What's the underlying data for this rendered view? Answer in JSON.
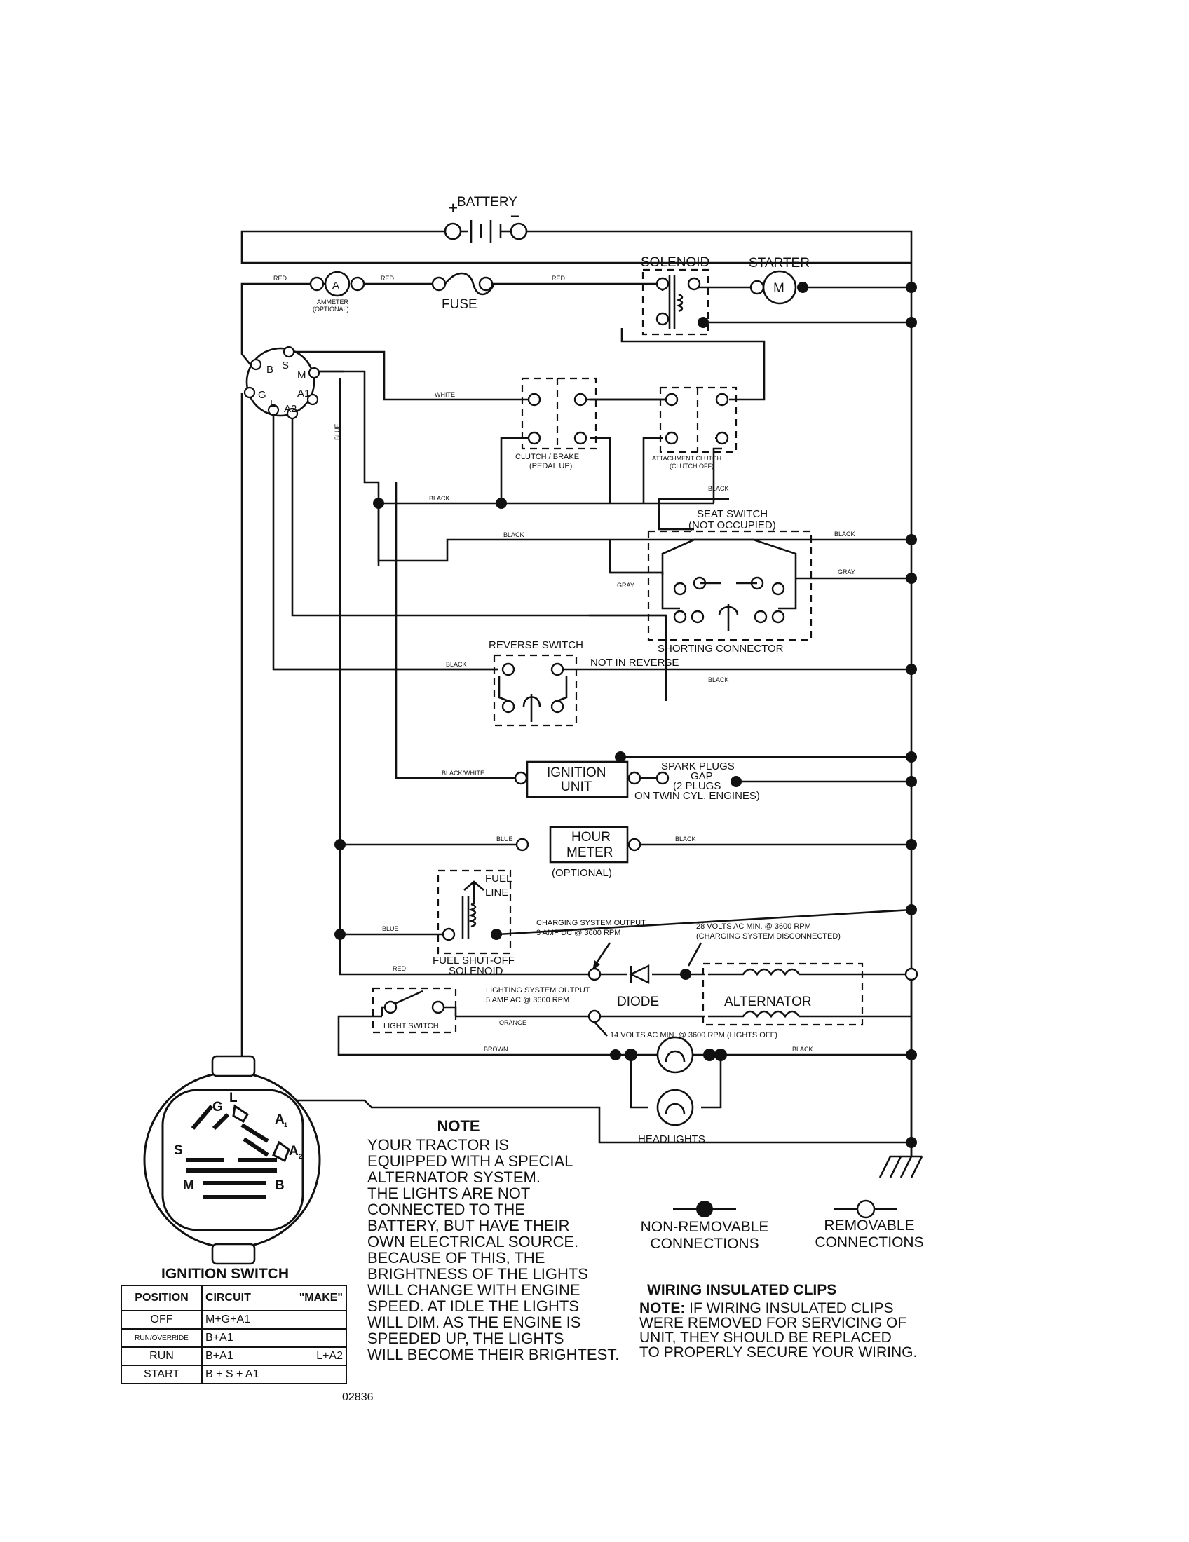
{
  "components": {
    "battery": "BATTERY",
    "solenoid": "SOLENOID",
    "starter": "STARTER",
    "starter_symbol": "M",
    "ammeter_symbol": "A",
    "ammeter_label_1": "AMMETER",
    "ammeter_label_2": "(OPTIONAL)",
    "fuse": "FUSE",
    "clutch_brake_1": "CLUTCH / BRAKE",
    "clutch_brake_2": "(PEDAL UP)",
    "attachment_clutch_1": "ATTACHMENT CLUTCH",
    "attachment_clutch_2": "(CLUTCH OFF)",
    "seat_switch_1": "SEAT SWITCH",
    "seat_switch_2": "(NOT OCCUPIED)",
    "shorting_connector": "SHORTING CONNECTOR",
    "reverse_switch": "REVERSE SWITCH",
    "not_in_reverse": "NOT IN REVERSE",
    "ignition_unit_1": "IGNITION",
    "ignition_unit_2": "UNIT",
    "spark_plugs_1": "SPARK PLUGS",
    "spark_plugs_2": "GAP",
    "spark_plugs_3": "(2 PLUGS",
    "spark_plugs_4": "ON TWIN CYL. ENGINES)",
    "hour_meter_1": "HOUR",
    "hour_meter_2": "METER",
    "hour_meter_3": "(OPTIONAL)",
    "fuel_line_1": "FUEL",
    "fuel_line_2": "LINE",
    "fuel_solenoid_1": "FUEL SHUT-OFF",
    "fuel_solenoid_2": "SOLENOID",
    "charging_output_1": "CHARGING SYSTEM OUTPUT",
    "charging_output_2": "3 AMP DC @ 3600 RPM",
    "volts28_1": "28 VOLTS AC MIN. @ 3600 RPM",
    "volts28_2": "(CHARGING SYSTEM DISCONNECTED)",
    "lighting_output_1": "LIGHTING SYSTEM OUTPUT",
    "lighting_output_2": "5 AMP AC @ 3600 RPM",
    "diode": "DIODE",
    "alternator": "ALTERNATOR",
    "light_switch": "LIGHT SWITCH",
    "volts14": "14 VOLTS AC MIN. @ 3600 RPM (LIGHTS OFF)",
    "headlights": "HEADLIGHTS"
  },
  "ignition_terminals": {
    "b": "B",
    "s": "S",
    "m": "M",
    "g": "G",
    "a1": "A1",
    "l": "L",
    "a2": "A2"
  },
  "switch_face": {
    "g": "G",
    "l": "L",
    "a1": "A",
    "a1_sub": "1",
    "s": "S",
    "a2": "A",
    "a2_sub": "2",
    "m": "M",
    "b": "B"
  },
  "wire_colors": {
    "red": "RED",
    "white": "WHITE",
    "blue": "BLUE",
    "black": "BLACK",
    "gray": "GRAY",
    "black_white": "BLACK/WHITE",
    "orange": "ORANGE",
    "brown": "BROWN"
  },
  "note": {
    "title": "NOTE",
    "lines": [
      "YOUR TRACTOR IS",
      "EQUIPPED WITH A SPECIAL",
      "ALTERNATOR SYSTEM.",
      "THE LIGHTS ARE NOT",
      "CONNECTED TO THE",
      "BATTERY, BUT HAVE THEIR",
      "OWN ELECTRICAL SOURCE.",
      "BECAUSE OF THIS, THE",
      "BRIGHTNESS OF THE LIGHTS",
      "WILL CHANGE WITH ENGINE",
      "SPEED.  AT IDLE THE LIGHTS",
      "WILL DIM.  AS THE ENGINE IS",
      "SPEEDED UP, THE LIGHTS",
      "WILL BECOME THEIR BRIGHTEST."
    ]
  },
  "legend": {
    "non_removable_1": "NON-REMOVABLE",
    "non_removable_2": "CONNECTIONS",
    "removable_1": "REMOVABLE",
    "removable_2": "CONNECTIONS"
  },
  "clips": {
    "title": "WIRING INSULATED CLIPS",
    "note_label": "NOTE:",
    "line1": " IF WIRING INSULATED CLIPS",
    "line2": "WERE REMOVED FOR SERVICING OF",
    "line3": "UNIT, THEY SHOULD BE REPLACED",
    "line4": "TO PROPERLY SECURE YOUR WIRING."
  },
  "ignition_table": {
    "title": "IGNITION SWITCH",
    "headers": [
      "POSITION",
      "CIRCUIT",
      "\"MAKE\""
    ],
    "rows": [
      {
        "position": "OFF",
        "circuit": "M+G+A1",
        "extra": ""
      },
      {
        "position": "RUN/OVERRIDE",
        "circuit": "B+A1",
        "extra": ""
      },
      {
        "position": "RUN",
        "circuit": "B+A1",
        "extra": "L+A2"
      },
      {
        "position": "START",
        "circuit": "B + S + A1",
        "extra": ""
      }
    ]
  },
  "drawing_number": "02836"
}
